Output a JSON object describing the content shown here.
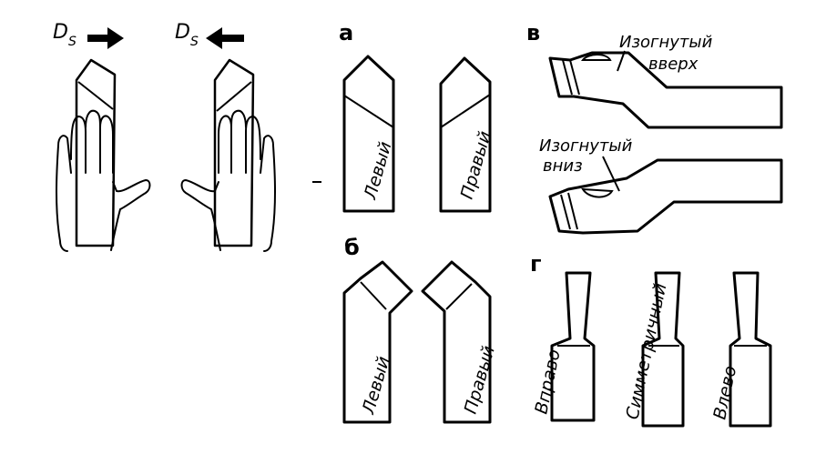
{
  "hands": {
    "feed_symbol": "D",
    "feed_subscript": "S"
  },
  "section_a": {
    "letter": "а",
    "left_label": "Левый",
    "right_label": "Правый"
  },
  "section_b": {
    "letter": "б",
    "left_label": "Левый",
    "right_label": "Правый"
  },
  "section_v": {
    "letter": "в",
    "bent_up": [
      "Изогнутый",
      "вверх"
    ],
    "bent_down": [
      "Изогнутый",
      "вниз"
    ]
  },
  "section_g": {
    "letter": "г",
    "right_label": "Вправо",
    "sym_label": "Симметричный",
    "left_label": "Влево"
  }
}
